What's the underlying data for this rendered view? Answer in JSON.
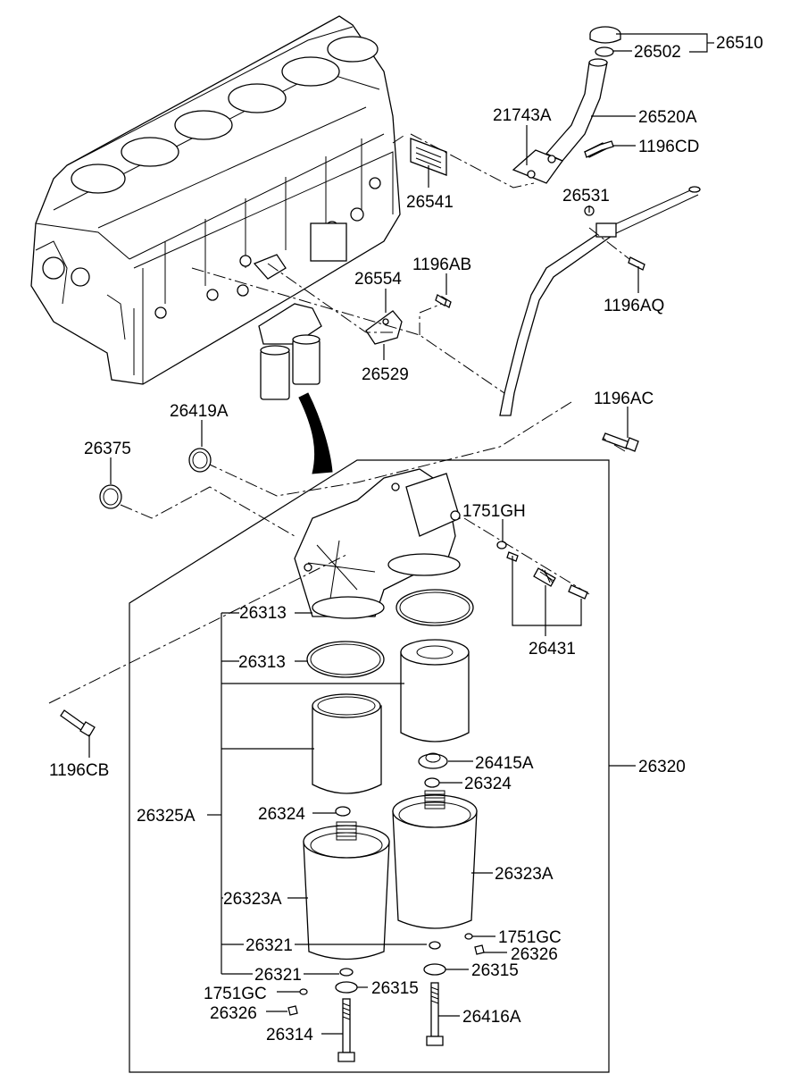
{
  "labels": {
    "p26510": "26510",
    "p26502": "26502",
    "p26520A": "26520A",
    "p21743A": "21743A",
    "p1196CD": "1196CD",
    "p26541": "26541",
    "p26531": "26531",
    "p1196AB": "1196AB",
    "p26554": "26554",
    "p1196AQ": "1196AQ",
    "p26529": "26529",
    "p1196AC": "1196AC",
    "p26419A": "26419A",
    "p26375": "26375",
    "p1751GH": "1751GH",
    "p26313a": "26313",
    "p26313b": "26313",
    "p26431": "26431",
    "p26320": "26320",
    "p1196CB": "1196CB",
    "p26415A": "26415A",
    "p26324a": "26324",
    "p26324b": "26324",
    "p26325A": "26325A",
    "p26323Aa": "26323A",
    "p26323Ab": "26323A",
    "p26321a": "26321",
    "p26321b": "26321",
    "p1751GCa": "1751GC",
    "p1751GCb": "1751GC",
    "p26326a": "26326",
    "p26326b": "26326",
    "p26315a": "26315",
    "p26315b": "26315",
    "p26416A": "26416A",
    "p26314": "26314"
  }
}
